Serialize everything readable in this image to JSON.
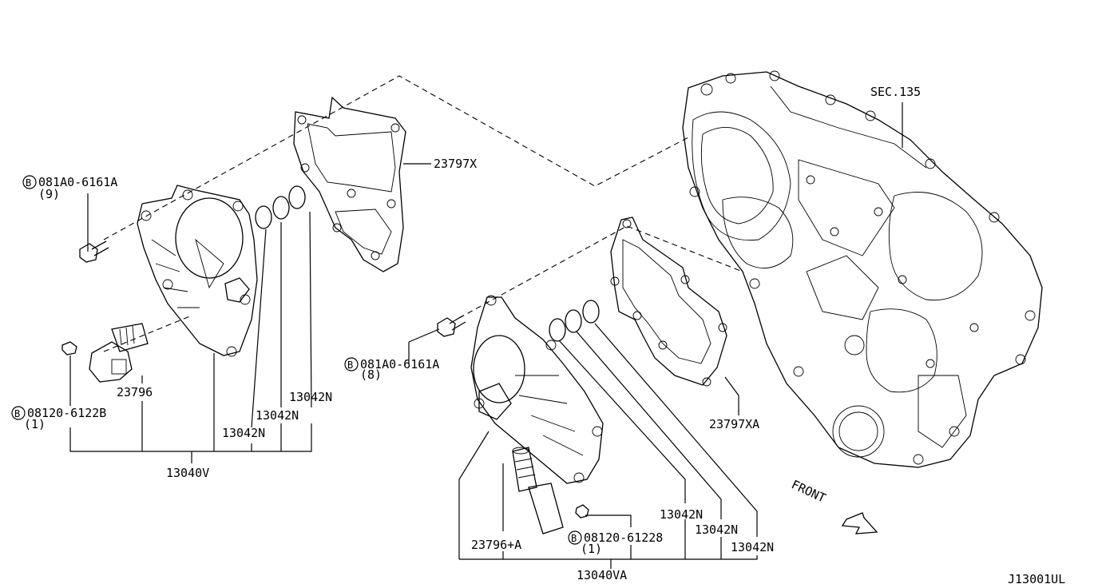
{
  "labels": {
    "sec": "SEC.135",
    "gasket_upper": "23797X",
    "gasket_lower": "23797XA",
    "bolt_upper_part": "081A0-6161A",
    "bolt_upper_qty": "(9)",
    "bolt_lower_part": "081A0-6161A",
    "bolt_lower_qty": "(8)",
    "solenoid_left": "23796",
    "solenoid_right": "23796+A",
    "bolt_small_left_part": "08120-6122B",
    "bolt_small_left_qty": "(1)",
    "bolt_small_right_part": "08120-61228",
    "bolt_small_right_qty": "(1)",
    "oring_l1": "13042N",
    "oring_l2": "13042N",
    "oring_l3": "13042N",
    "oring_r1": "13042N",
    "oring_r2": "13042N",
    "oring_r3": "13042N",
    "assy_left": "13040V",
    "assy_right": "13040VA",
    "front": "FRONT",
    "diagram_id": "J13001UL",
    "bolt_symbol": "B"
  }
}
